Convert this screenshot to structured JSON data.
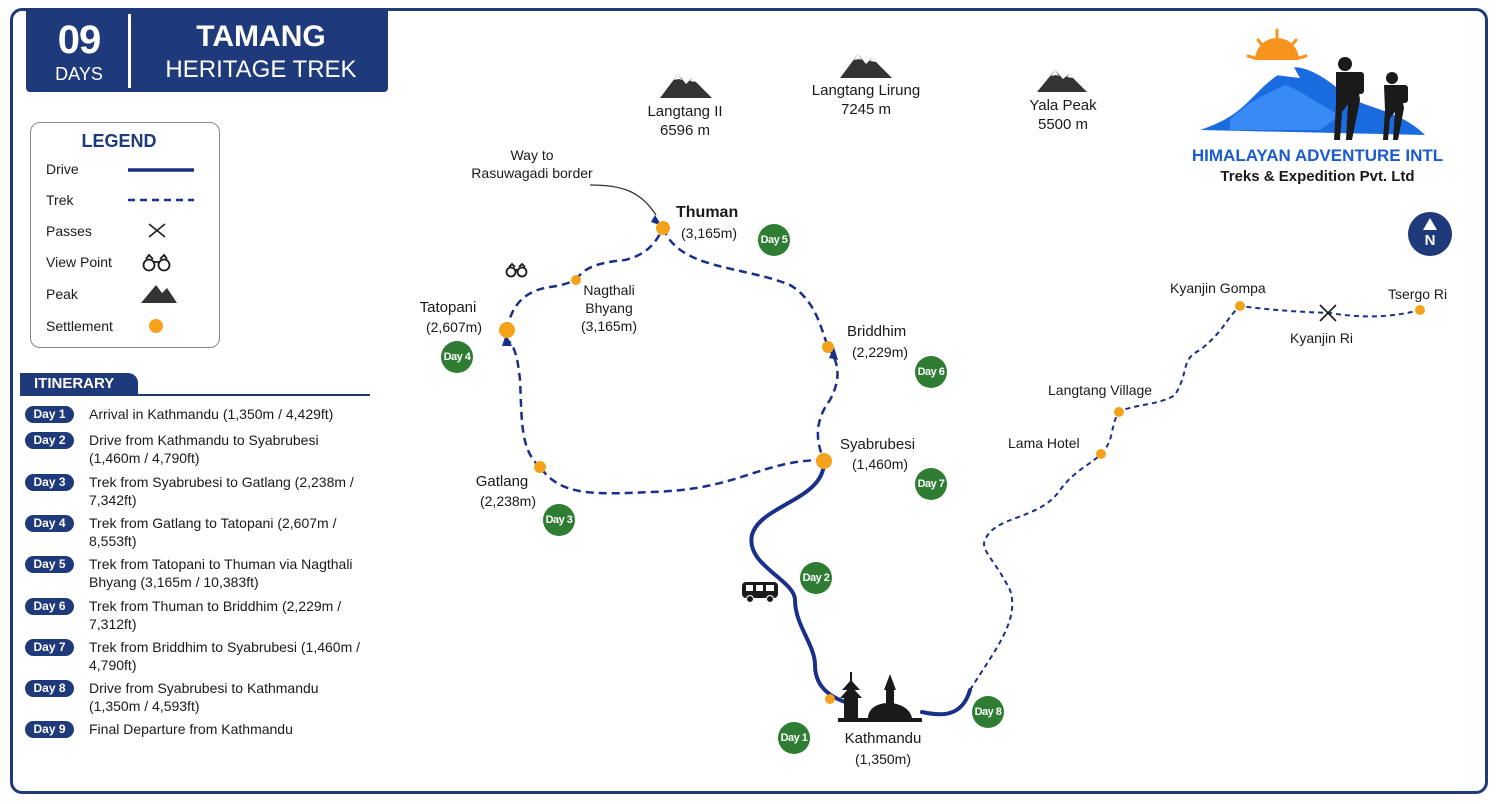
{
  "header": {
    "days_number": "09",
    "days_label": "DAYS",
    "title_line1": "TAMANG",
    "title_line2": "HERITAGE TREK"
  },
  "legend": {
    "title": "LEGEND",
    "items": [
      {
        "label": "Drive",
        "icon": "solid-line-icon"
      },
      {
        "label": "Trek",
        "icon": "dashed-line-icon"
      },
      {
        "label": "Passes",
        "icon": "pass-cross-icon"
      },
      {
        "label": "View Point",
        "icon": "binoculars-icon"
      },
      {
        "label": "Peak",
        "icon": "mountain-icon"
      },
      {
        "label": "Settlement",
        "icon": "orange-dot-icon"
      }
    ]
  },
  "itinerary": {
    "title": "ITINERARY",
    "days": [
      {
        "badge": "Day 1",
        "text": "Arrival in Kathmandu (1,350m / 4,429ft)"
      },
      {
        "badge": "Day 2",
        "text": "Drive from Kathmandu to Syabrubesi (1,460m / 4,790ft)"
      },
      {
        "badge": "Day 3",
        "text": "Trek from Syabrubesi to Gatlang (2,238m / 7,342ft)"
      },
      {
        "badge": "Day 4",
        "text": "Trek from Gatlang to Tatopani (2,607m / 8,553ft)"
      },
      {
        "badge": "Day 5",
        "text": "Trek from Tatopani to Thuman via Nagthali Bhyang (3,165m / 10,383ft)"
      },
      {
        "badge": "Day 6",
        "text": "Trek from Thuman to Briddhim (2,229m / 7,312ft)"
      },
      {
        "badge": "Day 7",
        "text": "Trek from Briddhim to Syabrubesi (1,460m / 4,790ft)"
      },
      {
        "badge": "Day 8",
        "text": "Drive from Syabrubesi to Kathmandu (1,350m / 4,593ft)"
      },
      {
        "badge": "Day 9",
        "text": "Final Departure from Kathmandu"
      }
    ]
  },
  "peaks": [
    {
      "name": "Langtang II",
      "elevation": "6596 m"
    },
    {
      "name": "Langtang Lirung",
      "elevation": "7245 m"
    },
    {
      "name": "Yala Peak",
      "elevation": "5500 m"
    }
  ],
  "brand": {
    "name": "HIMALAYAN ADVENTURE INTL",
    "subtitle": "Treks & Expedition Pvt. Ltd"
  },
  "compass": "N",
  "annotations": {
    "way_to_line1": "Way to",
    "way_to_line2": "Rasuwagadi border"
  },
  "places": {
    "thuman": {
      "name": "Thuman",
      "elevation": "(3,165m)"
    },
    "nagthali": {
      "name_line1": "Nagthali",
      "name_line2": "Bhyang",
      "elevation": "(3,165m)"
    },
    "tatopani": {
      "name": "Tatopani",
      "elevation": "(2,607m)"
    },
    "briddhim": {
      "name": "Briddhim",
      "elevation": "(2,229m)"
    },
    "syabrubesi": {
      "name": "Syabrubesi",
      "elevation": "(1,460m)"
    },
    "gatlang": {
      "name": "Gatlang",
      "elevation": "(2,238m)"
    },
    "kathmandu": {
      "name": "Kathmandu",
      "elevation": "(1,350m)"
    },
    "lama_hotel": {
      "name": "Lama Hotel"
    },
    "langtang_village": {
      "name": "Langtang Village"
    },
    "kyanjin_gompa": {
      "name": "Kyanjin Gompa"
    },
    "kyanjin_ri": {
      "name": "Kyanjin Ri"
    },
    "tsergo_ri": {
      "name": "Tsergo Ri"
    }
  },
  "day_markers": [
    "Day 1",
    "Day 2",
    "Day 3",
    "Day 4",
    "Day 5",
    "Day 6",
    "Day 7",
    "Day 8"
  ],
  "colors": {
    "navy": "#1f3a7a",
    "route": "#1a2f8a",
    "settlement": "#f5a21b",
    "day_circle": "#2e7d32",
    "brand_blue": "#1a5bd1"
  }
}
